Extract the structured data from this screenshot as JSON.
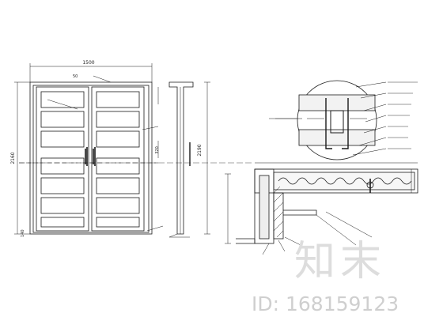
{
  "drawing": {
    "overall_width_label": "1500",
    "overall_height_label": "2190",
    "left_height_label": "2160",
    "right_height_label": "2190",
    "top_small_label": "50",
    "bottom_left_label": "140",
    "mid_small_label": "320"
  },
  "watermark": {
    "logo_text": "知末",
    "id_text": "ID: 168159123"
  },
  "colors": {
    "line": "#1a1a1a",
    "hatch": "#333333",
    "watermark": "#d8d8d8"
  }
}
